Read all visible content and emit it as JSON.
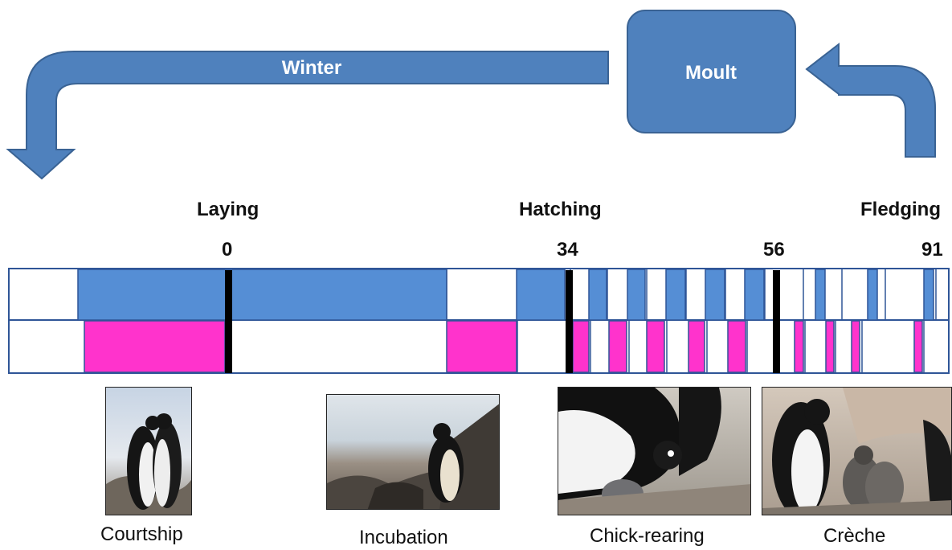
{
  "cycle": {
    "winter_label": "Winter",
    "moult_label": "Moult",
    "arrow_color": "#4F81BD",
    "arrow_border": "#3A6394"
  },
  "timeline": {
    "phases": [
      "Laying",
      "Hatching",
      "Fledging"
    ],
    "days": [
      "0",
      "34",
      "56",
      "91"
    ],
    "colors": {
      "blue": "#558ED5",
      "magenta": "#FF33CC",
      "border": "#2F5597",
      "marker": "#000000"
    }
  },
  "stages": {
    "courtship": "Courtship",
    "incubation": "Incubation",
    "chick_rearing": "Chick-rearing",
    "creche": "Crèche"
  }
}
